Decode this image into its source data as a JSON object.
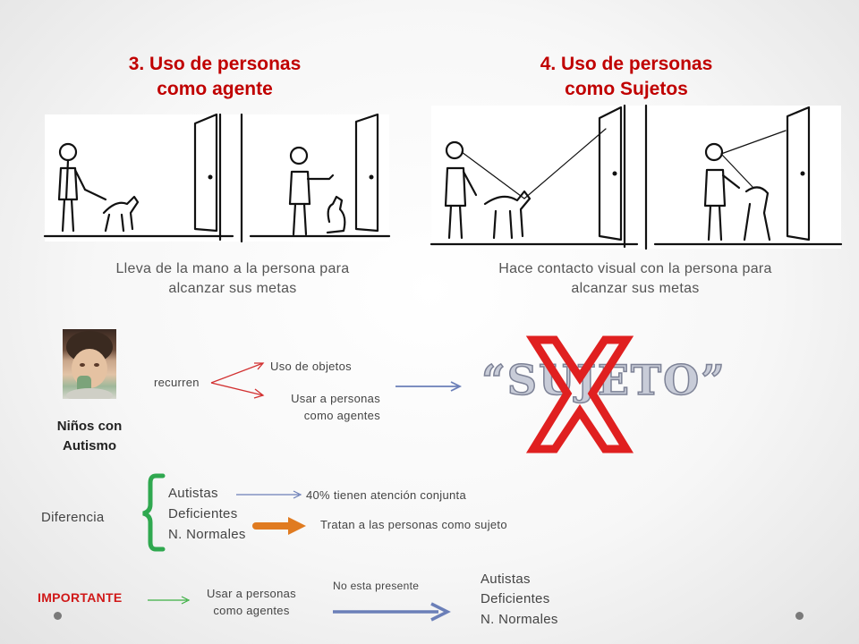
{
  "left_panel": {
    "title": "3. Uso de personas\ncomo agente",
    "caption": "Lleva de la mano a la persona para\nalcanzar sus metas"
  },
  "right_panel": {
    "title": "4.  Uso de personas\ncomo Sujetos",
    "caption": "Hace contacto visual con la persona para\nalcanzar sus metas"
  },
  "autism": {
    "label": "Niños con\nAutismo",
    "verb": "recurren",
    "branch_1": "Uso de objetos",
    "branch_2": "Usar a personas\ncomo agentes",
    "crossed_word": "“SUJETO”"
  },
  "difference": {
    "label": "Diferencia",
    "groups": [
      "Autistas",
      "Deficientes",
      "N. Normales"
    ],
    "note_autistas": "40% tienen atención conjunta",
    "note_others": "Tratan a las personas como sujeto"
  },
  "important": {
    "label": "IMPORTANTE",
    "phrase": "Usar a personas\ncomo agentes",
    "arrow_label": "No esta presente",
    "groups": [
      "Autistas",
      "Deficientes",
      "N. Normales"
    ]
  },
  "colors": {
    "title_red": "#c00000",
    "cross_red": "#e02020",
    "arrow_blue": "#6b7fb8",
    "arrow_orange": "#e07b20",
    "bracket_green": "#2fa84f",
    "important_green": "#3cb043"
  }
}
